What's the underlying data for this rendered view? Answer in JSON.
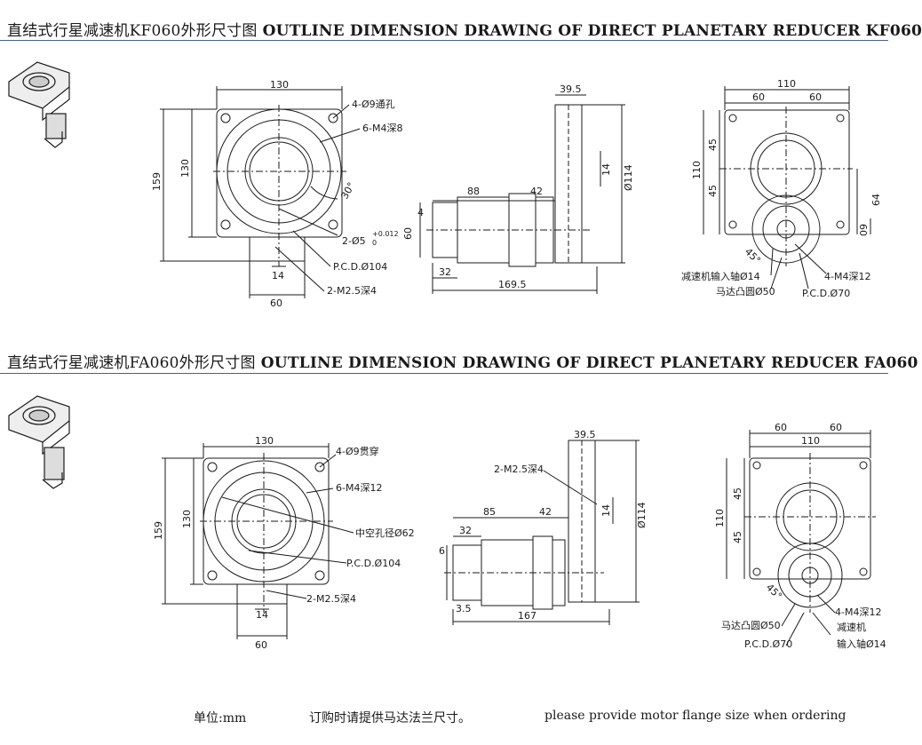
{
  "sections": [
    {
      "title_cn": "直结式行星减速机KF060外形尺寸图",
      "title_en": "OUTLINE DIMENSION DRAWING OF DIRECT PLANETARY REDUCER KF060",
      "front": {
        "w": "130",
        "h_outer": "159",
        "h_inner": "130",
        "holes": "4-Ø9通孔",
        "tapped": "6-M4深8",
        "angle": "30°",
        "key": "2-Ø5",
        "tol_up": "+0.012",
        "tol_lo": "0",
        "pcd": "P.C.D.Ø104",
        "pin": "2-M2.5深4",
        "tab": "14",
        "base": "60"
      },
      "side": {
        "flange": "39.5",
        "len_a": "88",
        "len_b": "42",
        "d": "Ø114",
        "key": "14",
        "shaft": "4",
        "h": "60",
        "spigot": "32",
        "total": "169.5",
        "note": ""
      },
      "rear": {
        "w": "110",
        "half_l": "60",
        "half_r": "60",
        "h": "110",
        "a": "45",
        "b": "45",
        "c": "64",
        "d": "09",
        "angle": "45°",
        "shaft": "减速机输入轴Ø14",
        "tapped": "4-M4深12",
        "spigot": "马达凸圆Ø50",
        "pcd": "P.C.D.Ø70"
      }
    },
    {
      "title_cn": "直结式行星减速机FA060外形尺寸图",
      "title_en": "OUTLINE DIMENSION DRAWING OF DIRECT PLANETARY REDUCER FA060",
      "front": {
        "w": "130",
        "h_outer": "159",
        "h_inner": "130",
        "holes": "4-Ø9贯穿",
        "tapped": "6-M4深12",
        "bore": "中空孔径Ø62",
        "pcd": "P.C.D.Ø104",
        "pin": "2-M2.5深4",
        "tab": "14",
        "base": "60"
      },
      "side": {
        "flange": "39.5",
        "len_a": "85",
        "len_b": "42",
        "d": "Ø114",
        "key": "14",
        "shaft": "6",
        "spigot": "32",
        "step": "3.5",
        "total": "167",
        "note": "2-M2.5深4"
      },
      "rear": {
        "half_l": "60",
        "half_r": "60",
        "w": "110",
        "h": "110",
        "a": "45",
        "b": "45",
        "angle": "45°",
        "spigot": "马达凸圆Ø50",
        "tapped": "4-M4深12",
        "shaft_l1": "减速机",
        "shaft_l2": "输入轴Ø14",
        "pcd": "P.C.D.Ø70"
      }
    }
  ],
  "footer": {
    "unit": "单位:mm",
    "note_cn": "订购时请提供马达法兰尺寸。",
    "note_en": "please provide motor flange size when ordering"
  }
}
